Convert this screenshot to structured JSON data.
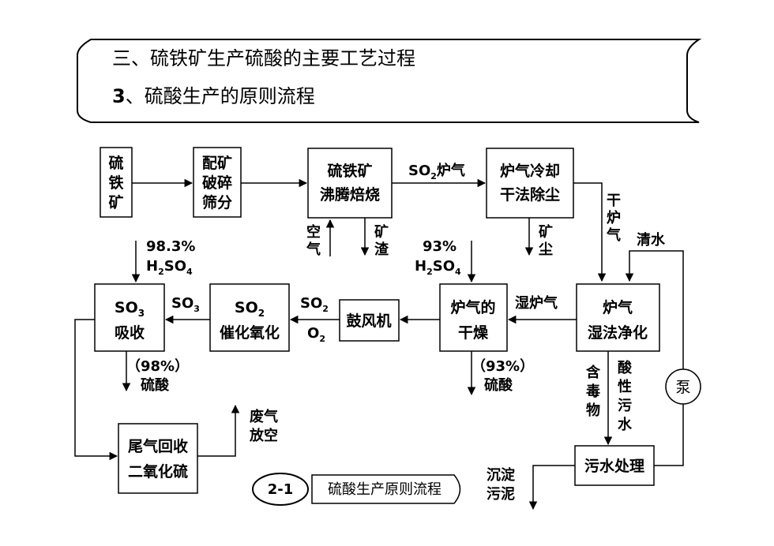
{
  "header": {
    "line1": "三、硫铁矿生产硫酸的主要工艺过程",
    "line2_num": "3",
    "line2_text": "、硫酸生产的原则流程"
  },
  "boxes": {
    "pyrite": [
      "硫",
      "铁",
      "矿"
    ],
    "crush": [
      "配矿",
      "破碎",
      "筛分"
    ],
    "roast": [
      "硫铁矿",
      "沸腾焙烧"
    ],
    "cool": [
      "炉气冷却",
      "干法除尘"
    ],
    "absorb": {
      "l1a": "SO",
      "l1sub": "3",
      "l2": "吸收"
    },
    "oxid": {
      "l1a": "SO",
      "l1sub": "2",
      "l2": "催化氧化"
    },
    "blower": "鼓风机",
    "dry": [
      "炉气的",
      "干燥"
    ],
    "wet": [
      "炉气",
      "湿法净化"
    ],
    "tail": [
      "尾气回收",
      "二氧化硫"
    ],
    "waste": "污水处理",
    "pump": "泵"
  },
  "labels": {
    "so2_gas": {
      "a": "SO",
      "sub": "2",
      "b": "炉气"
    },
    "air": [
      "空",
      "气"
    ],
    "slag": [
      "矿",
      "渣"
    ],
    "dust": [
      "矿",
      "尘"
    ],
    "dry_gas": [
      "干",
      "炉",
      "气"
    ],
    "clear_water": "清水",
    "acid_983": {
      "pct": "98.3%",
      "a": "H",
      "sub1": "2",
      "b": "SO",
      "sub2": "4"
    },
    "acid_93": {
      "pct": "93%",
      "a": "H",
      "sub1": "2",
      "b": "SO",
      "sub2": "4"
    },
    "so3_flow": {
      "a": "SO",
      "sub": "3"
    },
    "so2_flow": {
      "a": "SO",
      "sub": "2"
    },
    "o2_flow": {
      "a": "O",
      "sub": "2"
    },
    "wet_gas": "湿炉气",
    "out_98": {
      "pct": "（98%）",
      "name": "硫酸"
    },
    "out_93": {
      "pct": "（93%）",
      "name": "硫酸"
    },
    "toxic": [
      "含",
      "毒",
      "物"
    ],
    "acid_water": [
      "酸",
      "性",
      "污",
      "水"
    ],
    "exhaust": [
      "废气",
      "放空"
    ],
    "sediment": [
      "沉淀",
      "污泥"
    ]
  },
  "caption": {
    "num": "2-1",
    "text": "硫酸生产原则流程"
  }
}
